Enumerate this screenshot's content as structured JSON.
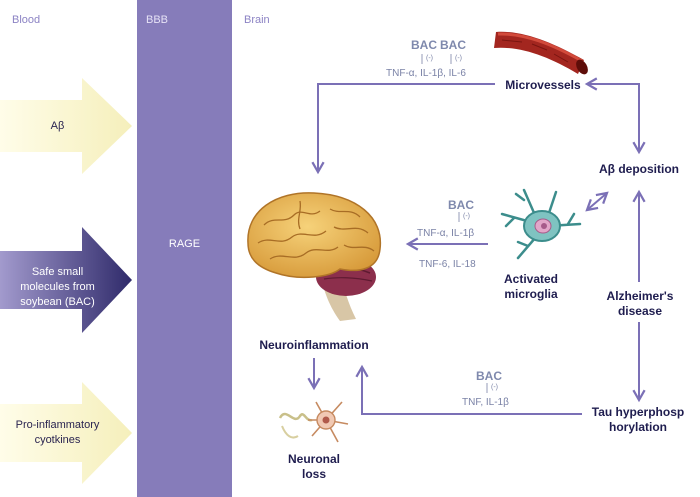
{
  "regions": {
    "blood": "Blood",
    "bbb": "BBB",
    "brain": "Brain"
  },
  "rage_label": "RAGE",
  "blood_arrows": [
    {
      "label": "Aβ"
    },
    {
      "label": "Safe small molecules from soybean (BAC)"
    },
    {
      "label": "Pro-inflammatory cyotkines"
    }
  ],
  "nodes": {
    "microvessels": "Microvessels",
    "abeta_deposition": "Aβ deposition",
    "activated_microglia": "Activated microglia",
    "alzheimers_disease": "Alzheimer's disease",
    "neuroinflammation": "Neuroinflammation",
    "neuronal_loss": "Neuronal loss",
    "tau": "Tau hyperphosp horylation"
  },
  "inhibitors": {
    "bac_label": "BAC",
    "minus": "(-)",
    "microvessel_cytokines": "TNF-α, IL-1β, IL-6",
    "microglia_cytokines_inhibited": "TNF-α, IL-1β",
    "microglia_cytokines_other": "TNF-6, IL-18",
    "tau_cytokines": "TNF, IL-1β"
  },
  "colors": {
    "bbb_band": "#867cba",
    "arrow_line": "#7b70b6",
    "yellow_arrow": "#f7f3c6",
    "purple_arrow": "#3d3778",
    "node_text": "#1f1d4f"
  }
}
